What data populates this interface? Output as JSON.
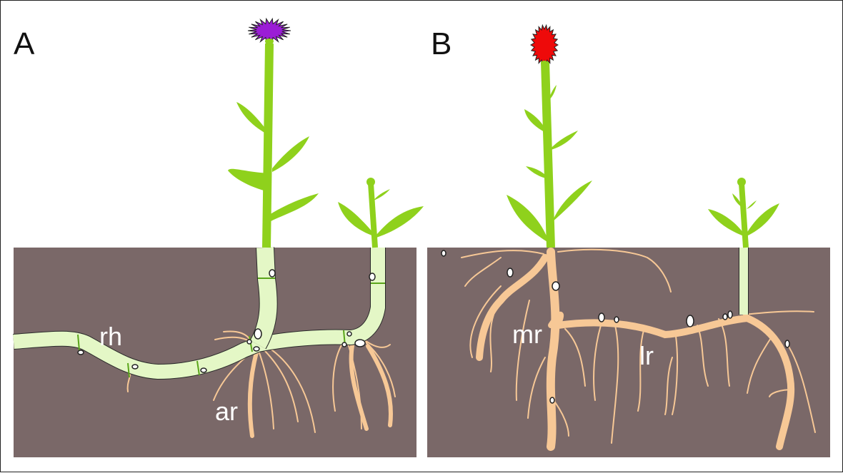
{
  "panels": [
    {
      "letter": "A",
      "labels": {
        "rhizome": "rh",
        "adventitious_root": "ar"
      },
      "flower_color": "#9b1dd6"
    },
    {
      "letter": "B",
      "labels": {
        "main_root": "mr",
        "lateral_root": "lr"
      },
      "flower_color": "#ee0a0a"
    }
  ],
  "colors": {
    "soil": "#7a6868",
    "stem": "#8fd11c",
    "rhizome": "#e4f7c6",
    "root": "#f7c896",
    "bud": "#ffffff"
  }
}
